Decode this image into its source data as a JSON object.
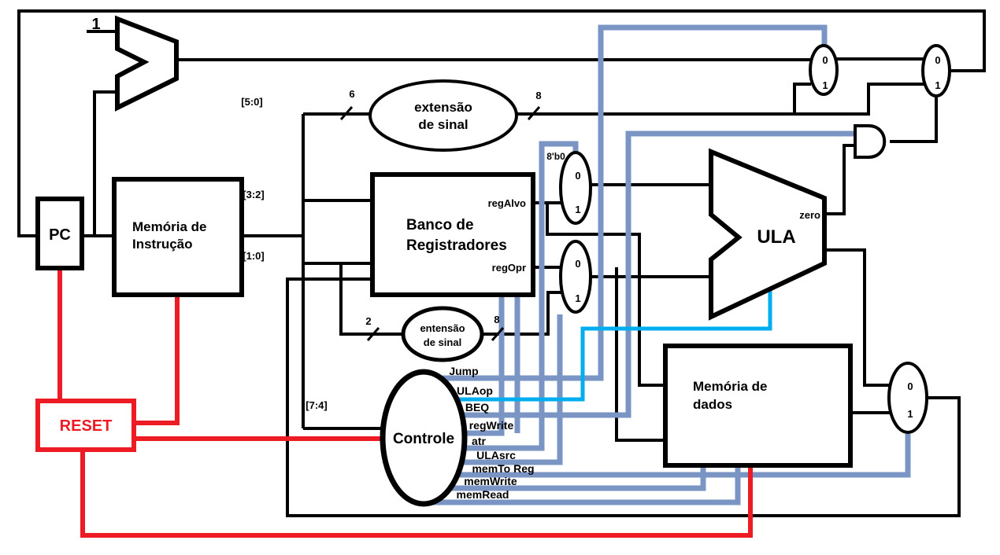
{
  "diagram": {
    "title_hint": "single-cycle processor datapath (Portuguese labels)",
    "blocks": {
      "pc": {
        "label": "PC"
      },
      "instr_mem": {
        "line1": "Memória de",
        "line2": "Instrução"
      },
      "reg_bank": {
        "line1": "Banco de",
        "line2": "Registradores",
        "port_regalvo": "regAlvo",
        "port_regopr": "regOpr"
      },
      "sign_ext_top": {
        "line1": "extensão",
        "line2": "de sinal"
      },
      "sign_ext_small": {
        "line1": "entensão",
        "line2": "de sinal"
      },
      "control": {
        "label": "Controle"
      },
      "ula": {
        "label": "ULA",
        "port_zero": "zero"
      },
      "data_mem": {
        "line1": "Memória de",
        "line2": "dados"
      },
      "reset": {
        "label": "RESET"
      }
    },
    "constants": {
      "adder_increment": "1",
      "mux_zero_const": "8'b0"
    },
    "bit_ranges": {
      "r50": "[5:0]",
      "r32": "[3:2]",
      "r10": "[1:0]",
      "r74": "[7:4]"
    },
    "bus_widths": {
      "ext_in": "6",
      "ext_out": "8",
      "small_in": "2",
      "small_out": "8"
    },
    "control_signals": [
      "Jump",
      "ULAop",
      "BEQ",
      "regWrite",
      "atr",
      "ULAsrc",
      "memTo Reg",
      "memWrite",
      "memRead"
    ],
    "mux_inputs": {
      "zero": "0",
      "one": "1"
    },
    "colors": {
      "wire": "#000000",
      "control_wire": "#7a94c4",
      "ulaop_wire": "#00aeef",
      "reset_wire": "#ed1c24",
      "background": "#ffffff"
    }
  }
}
